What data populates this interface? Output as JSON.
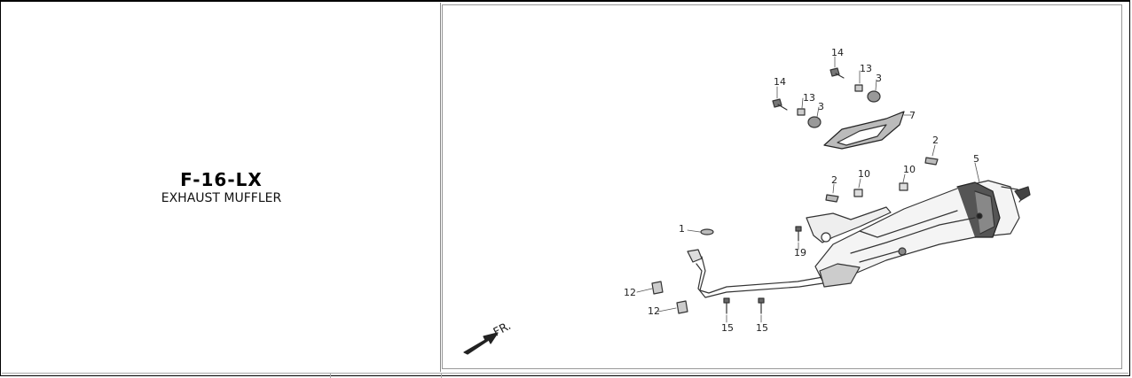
{
  "header": {
    "code": "F-16-LX",
    "name": "EXHAUST MUFFLER"
  },
  "diagram": {
    "direction_label": "FR.",
    "callouts": [
      "14",
      "13",
      "3",
      "14",
      "13",
      "3",
      "7",
      "2",
      "5",
      "2",
      "10",
      "10",
      "1",
      "19",
      "12",
      "12",
      "15",
      "15"
    ]
  }
}
